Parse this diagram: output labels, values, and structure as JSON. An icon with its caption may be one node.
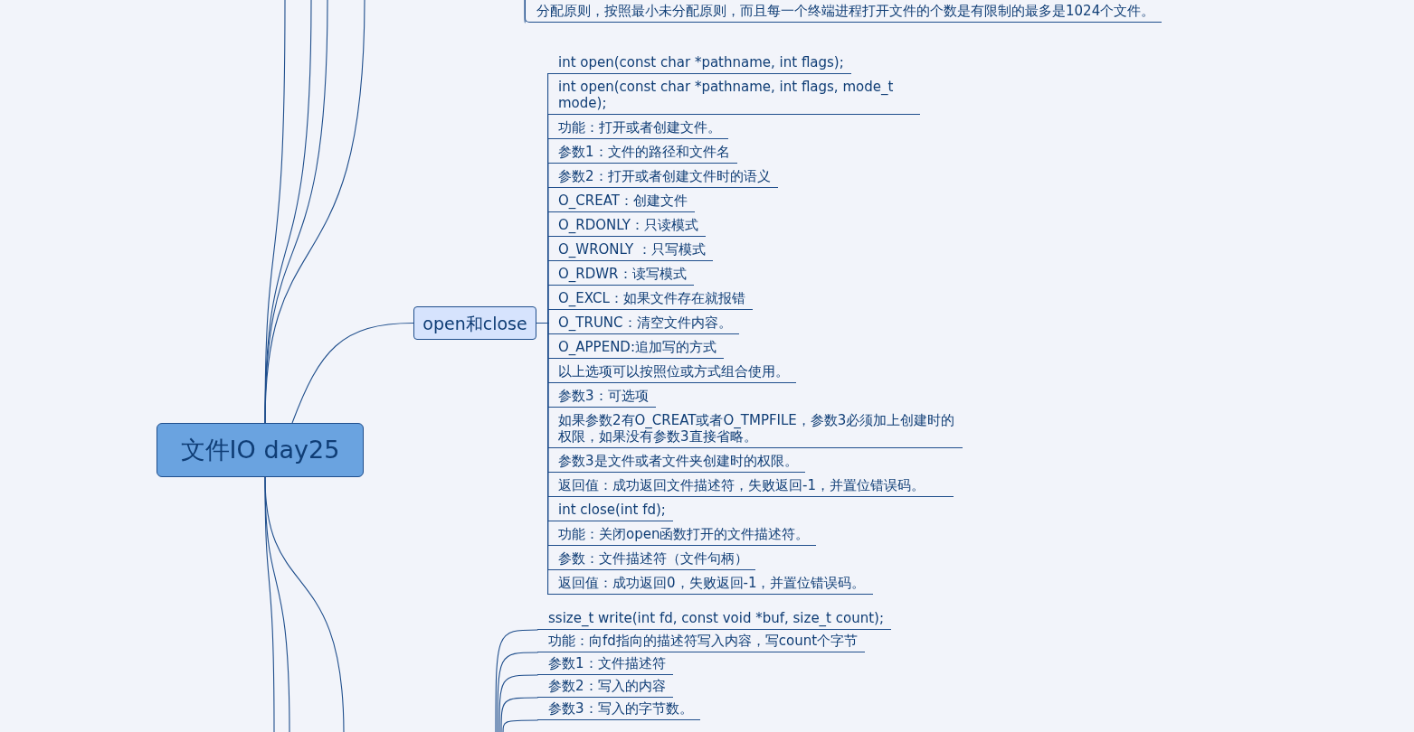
{
  "diagram": {
    "nodes": [
      {
        "text": [
          "分配原则，按照最小未分配原则，而且每一个终端进程打开文件的个数是有限制的最多是1024个文件。"
        ]
      },
      {
        "text": [
          "文件IO day25"
        ]
      },
      {
        "text": [
          "open和close"
        ]
      },
      {
        "text": [
          "int open(const char *pathname, int flags);"
        ]
      },
      {
        "text": [
          "int open(const char *pathname, int flags, mode_t mode);"
        ]
      },
      {
        "text": [
          "功能：打开或者创建文件。"
        ]
      },
      {
        "text": [
          "参数1：文件的路径和文件名"
        ]
      },
      {
        "text": [
          "参数2：打开或者创建文件时的语义"
        ]
      },
      {
        "text": [
          "O_CREAT：创建文件"
        ]
      },
      {
        "text": [
          "O_RDONLY：只读模式"
        ]
      },
      {
        "text": [
          "O_WRONLY ：只写模式"
        ]
      },
      {
        "text": [
          "O_RDWR：读写模式"
        ]
      },
      {
        "text": [
          "O_EXCL：如果文件存在就报错"
        ]
      },
      {
        "text": [
          "O_TRUNC：清空文件内容。"
        ]
      },
      {
        "text": [
          "O_APPEND:追加写的方式"
        ]
      },
      {
        "text": [
          "以上选项可以按照位或方式组合使用。"
        ]
      },
      {
        "text": [
          "参数3：可选项"
        ]
      },
      {
        "text": [
          "如果参数2有O_CREAT或者O_TMPFILE，参数3必须加上创建时的权限，如果没有参数3直接省略。"
        ]
      },
      {
        "text": [
          "参数3是文件或者文件夹创建时的权限。"
        ]
      },
      {
        "text": [
          "返回值：成功返回文件描述符，失败返回-1，并置位错误码。"
        ]
      },
      {
        "text": [
          "int close(int fd);"
        ]
      },
      {
        "text": [
          "功能：关闭open函数打开的文件描述符。"
        ]
      },
      {
        "text": [
          "参数：文件描述符（文件句柄）"
        ]
      },
      {
        "text": [
          "返回值：成功返回0，失败返回-1，并置位错误码。"
        ]
      },
      {
        "text": [
          "ssize_t write(int fd, const void *buf, size_t count);"
        ]
      },
      {
        "text": [
          "功能：向fd指向的描述符写入内容，写count个字节"
        ]
      },
      {
        "text": [
          "参数1：文件描述符"
        ]
      },
      {
        "text": [
          "参数2：写入的内容"
        ]
      },
      {
        "text": [
          "参数3：写入的字节数。"
        ]
      }
    ],
    "edges": [
      {
        "from": 1,
        "to": null,
        "arrow": "none"
      },
      {
        "from": 1,
        "to": null,
        "arrow": "none"
      },
      {
        "from": 1,
        "to": null,
        "arrow": "none"
      },
      {
        "from": 1,
        "to": null,
        "arrow": "none"
      },
      {
        "from": null,
        "to": 0,
        "arrow": "none"
      },
      {
        "from": 1,
        "to": 2,
        "arrow": "none"
      },
      {
        "from": 2,
        "to": 3,
        "arrow": "none"
      },
      {
        "from": 2,
        "to": 4,
        "arrow": "none"
      },
      {
        "from": 2,
        "to": 5,
        "arrow": "none"
      },
      {
        "from": 2,
        "to": 6,
        "arrow": "none"
      },
      {
        "from": 2,
        "to": 7,
        "arrow": "none"
      },
      {
        "from": 2,
        "to": 8,
        "arrow": "none"
      },
      {
        "from": 2,
        "to": 9,
        "arrow": "none"
      },
      {
        "from": 2,
        "to": 10,
        "arrow": "none"
      },
      {
        "from": 2,
        "to": 11,
        "arrow": "none"
      },
      {
        "from": 2,
        "to": 12,
        "arrow": "none"
      },
      {
        "from": 2,
        "to": 13,
        "arrow": "none"
      },
      {
        "from": 2,
        "to": 14,
        "arrow": "none"
      },
      {
        "from": 2,
        "to": 15,
        "arrow": "none"
      },
      {
        "from": 2,
        "to": 16,
        "arrow": "none"
      },
      {
        "from": 2,
        "to": 17,
        "arrow": "none"
      },
      {
        "from": 2,
        "to": 18,
        "arrow": "none"
      },
      {
        "from": 2,
        "to": 19,
        "arrow": "none"
      },
      {
        "from": 2,
        "to": 20,
        "arrow": "none"
      },
      {
        "from": 2,
        "to": 21,
        "arrow": "none"
      },
      {
        "from": 2,
        "to": 22,
        "arrow": "none"
      },
      {
        "from": 2,
        "to": 23,
        "arrow": "none"
      },
      {
        "from": 1,
        "to": null,
        "arrow": "none"
      },
      {
        "from": 1,
        "to": null,
        "arrow": "none"
      },
      {
        "from": 1,
        "to": null,
        "arrow": "none"
      },
      {
        "from": null,
        "to": 24,
        "arrow": "none"
      },
      {
        "from": null,
        "to": 25,
        "arrow": "none"
      },
      {
        "from": null,
        "to": 26,
        "arrow": "none"
      },
      {
        "from": null,
        "to": 27,
        "arrow": "none"
      },
      {
        "from": null,
        "to": 28,
        "arrow": "none"
      }
    ]
  }
}
